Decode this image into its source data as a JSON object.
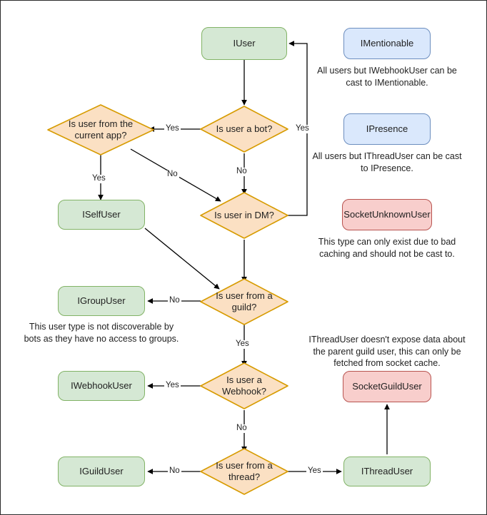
{
  "diagram": {
    "title": "Discord.Net user type resolution flowchart",
    "colors": {
      "green_fill": "#d5e8d4",
      "green_stroke": "#82b366",
      "blue_fill": "#dae8fc",
      "blue_stroke": "#6c8ebf",
      "pink_fill": "#f8cecc",
      "pink_stroke": "#b85450",
      "orange_fill": "#fbe0c3",
      "orange_stroke": "#d79b00",
      "edge_stroke": "#000000",
      "canvas_border": "#2b2b2b",
      "background": "#ffffff"
    }
  },
  "nodes": {
    "iuser": {
      "label": "IUser",
      "shape": "rounded-rect",
      "color": "green"
    },
    "is_bot": {
      "label": "Is user a bot?",
      "shape": "diamond",
      "color": "orange"
    },
    "is_current_app": {
      "label": "Is user from the current app?",
      "shape": "diamond",
      "color": "orange"
    },
    "iselfuser": {
      "label": "ISelfUser",
      "shape": "rounded-rect",
      "color": "green"
    },
    "is_in_dm": {
      "label": "Is user in DM?",
      "shape": "diamond",
      "color": "orange"
    },
    "is_from_guild": {
      "label": "Is user from a guild?",
      "shape": "diamond",
      "color": "orange"
    },
    "igroupuser": {
      "label": "IGroupUser",
      "shape": "rounded-rect",
      "color": "green"
    },
    "is_webhook": {
      "label": "Is user a Webhook?",
      "shape": "diamond",
      "color": "orange"
    },
    "iwebhookuser": {
      "label": "IWebhookUser",
      "shape": "rounded-rect",
      "color": "green"
    },
    "is_from_thread": {
      "label": "Is user from a thread?",
      "shape": "diamond",
      "color": "orange"
    },
    "iguilduser": {
      "label": "IGuildUser",
      "shape": "rounded-rect",
      "color": "green"
    },
    "ithreaduser": {
      "label": "IThreadUser",
      "shape": "rounded-rect",
      "color": "green"
    },
    "imentionable": {
      "label": "IMentionable",
      "shape": "rounded-rect",
      "color": "blue"
    },
    "ipresence": {
      "label": "IPresence",
      "shape": "rounded-rect",
      "color": "blue"
    },
    "socketunknownuser": {
      "label": "SocketUnknownUser",
      "shape": "rounded-rect",
      "color": "pink"
    },
    "socketguilduser": {
      "label": "SocketGuildUser",
      "shape": "rounded-rect",
      "color": "pink"
    }
  },
  "captions": {
    "imentionable": "All users but IWebhookUser can be cast to IMentionable.",
    "ipresence": "All users but IThreadUser can be cast to IPresence.",
    "socketunknownuser": "This type can only exist due to bad caching and should not be cast to.",
    "igroupuser": "This user type is not discoverable by bots as they have no access to groups.",
    "ithreaduser": "IThreadUser doesn't expose data about the parent guild user, this can only be fetched from socket cache."
  },
  "edge_labels": {
    "bot_to_current_app": "Yes",
    "bot_to_dm": "No",
    "dm_to_iuser": "Yes",
    "current_app_to_selfuser": "Yes",
    "current_app_to_dm": "No",
    "guild_to_groupuser": "No",
    "guild_to_webhook": "Yes",
    "webhook_to_iwebhookuser": "Yes",
    "webhook_to_thread": "No",
    "thread_to_iguilduser": "No",
    "thread_to_ithreaduser": "Yes"
  }
}
